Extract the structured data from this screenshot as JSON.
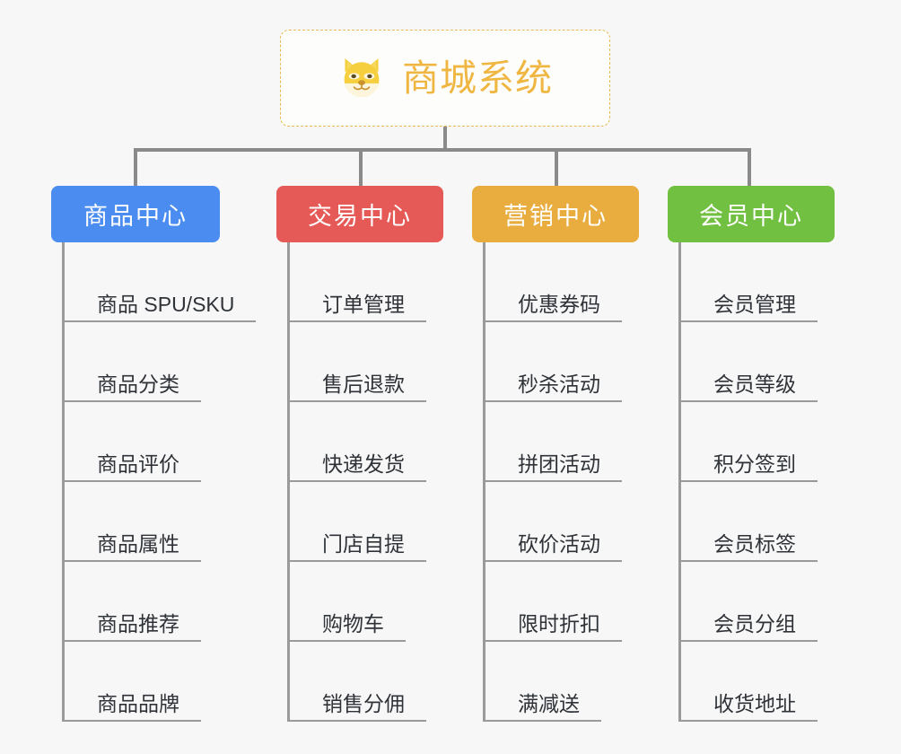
{
  "root": {
    "title": "商城系统",
    "icon": "shiba-dog-icon",
    "border_color": "#e8b94f",
    "text_color": "#efb642",
    "background": "#fdfdfc"
  },
  "canvas": {
    "background": "#f7f7f7",
    "connector_color": "#8a8a8a"
  },
  "columns": [
    {
      "label": "商品中心",
      "color": "#4a8cf0",
      "items": [
        "商品 SPU/SKU",
        "商品分类",
        "商品评价",
        "商品属性",
        "商品推荐",
        "商品品牌"
      ]
    },
    {
      "label": "交易中心",
      "color": "#e55a56",
      "items": [
        "订单管理",
        "售后退款",
        "快递发货",
        "门店自提",
        "购物车",
        "销售分佣"
      ]
    },
    {
      "label": "营销中心",
      "color": "#e9ad3f",
      "items": [
        "优惠券码",
        "秒杀活动",
        "拼团活动",
        "砍价活动",
        "限时折扣",
        "满减送"
      ]
    },
    {
      "label": "会员中心",
      "color": "#72c041",
      "items": [
        "会员管理",
        "会员等级",
        "积分签到",
        "会员标签",
        "会员分组",
        "收货地址"
      ]
    }
  ]
}
